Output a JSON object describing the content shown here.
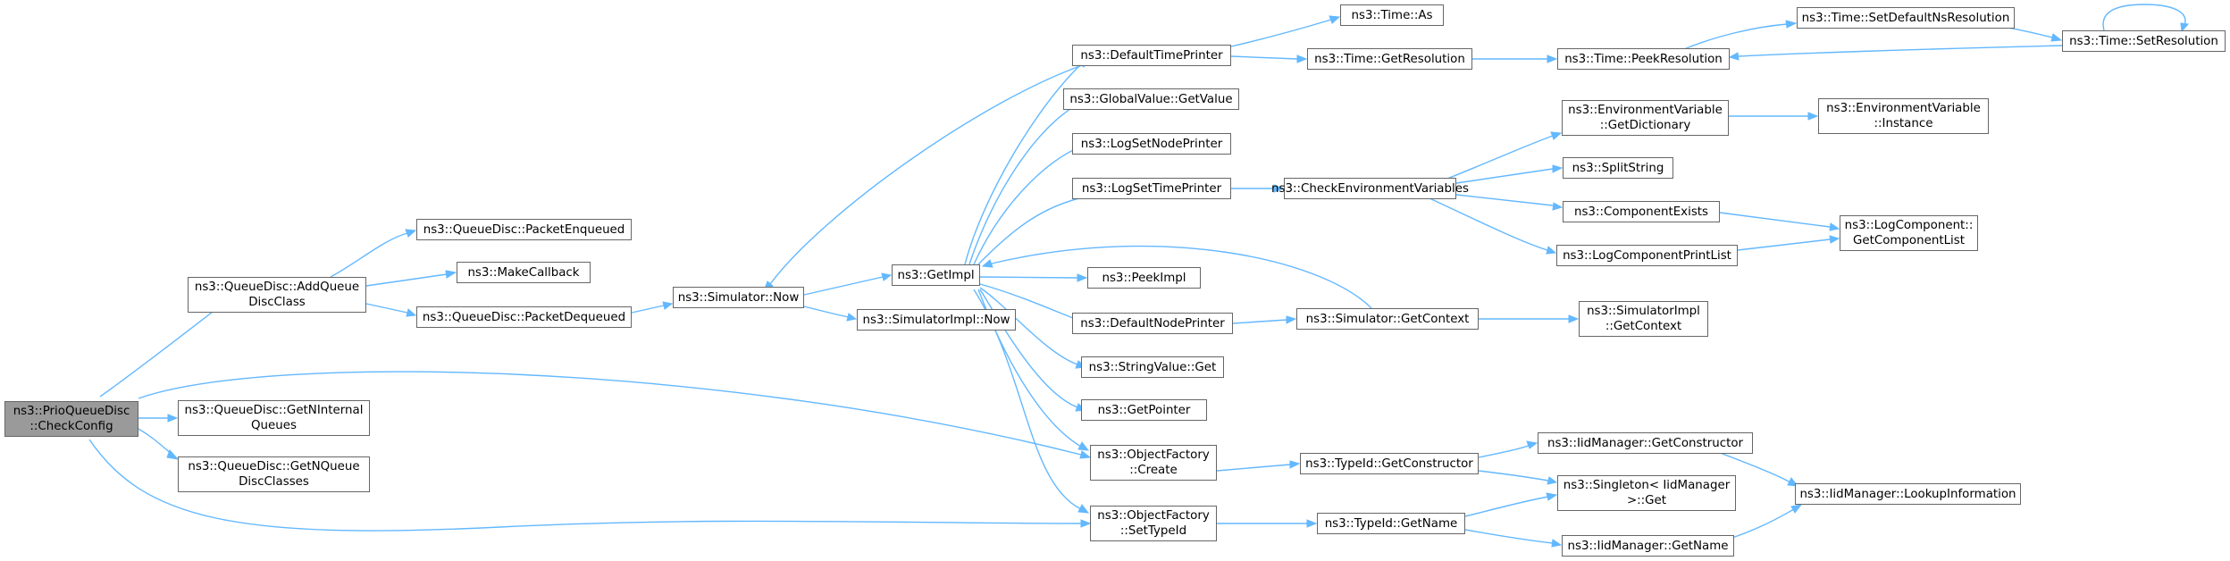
{
  "colors": {
    "edge": "#63b8ff",
    "node_border": "#666666",
    "node_fill": "#ffffff",
    "root_fill": "#9a9a9a"
  },
  "nodes": {
    "checkconfig": [
      "ns3::PrioQueueDisc",
      "::CheckConfig"
    ],
    "addqueue": [
      "ns3::QueueDisc::AddQueue",
      "DiscClass"
    ],
    "getninternal": [
      "ns3::QueueDisc::GetNInternal",
      "Queues"
    ],
    "getnqueue": [
      "ns3::QueueDisc::GetNQueue",
      "DiscClasses"
    ],
    "pktenq": [
      "ns3::QueueDisc::PacketEnqueued"
    ],
    "makecb": [
      "ns3::MakeCallback"
    ],
    "pktdeq": [
      "ns3::QueueDisc::PacketDequeued"
    ],
    "simnow": [
      "ns3::Simulator::Now"
    ],
    "getimpl": [
      "ns3::GetImpl"
    ],
    "simimplnow": [
      "ns3::SimulatorImpl::Now"
    ],
    "deftime": [
      "ns3::DefaultTimePrinter"
    ],
    "globalval": [
      "ns3::GlobalValue::GetValue"
    ],
    "lognode": [
      "ns3::LogSetNodePrinter"
    ],
    "logtime": [
      "ns3::LogSetTimePrinter"
    ],
    "peekimpl": [
      "ns3::PeekImpl"
    ],
    "defnode": [
      "ns3::DefaultNodePrinter"
    ],
    "strval": [
      "ns3::StringValue::Get"
    ],
    "getptr": [
      "ns3::GetPointer"
    ],
    "ofcreate": [
      "ns3::ObjectFactory",
      "::Create"
    ],
    "ofsettype": [
      "ns3::ObjectFactory",
      "::SetTypeId"
    ],
    "timeas": [
      "ns3::Time::As"
    ],
    "timegetres": [
      "ns3::Time::GetResolution"
    ],
    "checkenv": [
      "ns3::CheckEnvironmentVariables"
    ],
    "simgetctx": [
      "ns3::Simulator::GetContext"
    ],
    "typeidctor": [
      "ns3::TypeId::GetConstructor"
    ],
    "typeidname": [
      "ns3::TypeId::GetName"
    ],
    "peekres": [
      "ns3::Time::PeekResolution"
    ],
    "envdict": [
      "ns3::EnvironmentVariable",
      "::GetDictionary"
    ],
    "splitstr": [
      "ns3::SplitString"
    ],
    "compexists": [
      "ns3::ComponentExists"
    ],
    "logcompprint": [
      "ns3::LogComponentPrintList"
    ],
    "simimplctx": [
      "ns3::SimulatorImpl",
      "::GetContext"
    ],
    "iidctor": [
      "ns3::IidManager::GetConstructor"
    ],
    "singleton": [
      "ns3::Singleton< IidManager",
      " >::Get"
    ],
    "iidname": [
      "ns3::IidManager::GetName"
    ],
    "setdefns": [
      "ns3::Time::SetDefaultNsResolution"
    ],
    "envinst": [
      "ns3::EnvironmentVariable",
      "::Instance"
    ],
    "logcomplist": [
      "ns3::LogComponent::",
      "GetComponentList"
    ],
    "iidlookup": [
      "ns3::IidManager::LookupInformation"
    ],
    "setres": [
      "ns3::Time::SetResolution"
    ]
  }
}
